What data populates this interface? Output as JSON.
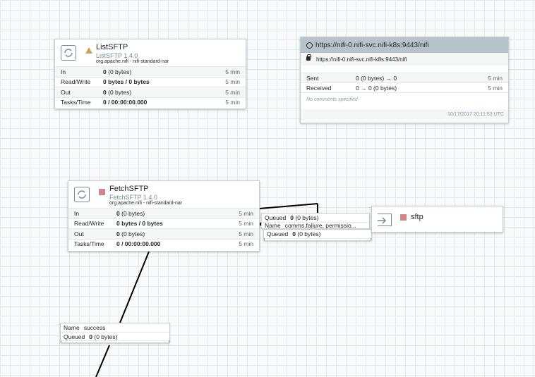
{
  "processors": {
    "listsftp": {
      "name": "ListSFTP",
      "type": "ListSFTP 1.4.0",
      "bundle": "org.apache.nifi - nifi-standard-nar",
      "status_icon": "warning-icon",
      "stats": [
        {
          "label": "In",
          "value": "0",
          "extra": "(0 bytes)",
          "time": "5 min"
        },
        {
          "label": "Read/Write",
          "value": "0 bytes / 0 bytes",
          "extra": "",
          "time": "5 min"
        },
        {
          "label": "Out",
          "value": "0",
          "extra": "(0 bytes)",
          "time": "5 min"
        },
        {
          "label": "Tasks/Time",
          "value": "0 / 00:00:00.000",
          "extra": "",
          "time": "5 min"
        }
      ]
    },
    "fetchsftp": {
      "name": "FetchSFTP",
      "type": "FetchSFTP 1.4.0",
      "bundle": "org.apache.nifi - nifi-standard-nar",
      "status_icon": "stopped-icon",
      "stats": [
        {
          "label": "In",
          "value": "0",
          "extra": "(0 bytes)",
          "time": "5 min"
        },
        {
          "label": "Read/Write",
          "value": "0 bytes / 0 bytes",
          "extra": "",
          "time": "5 min"
        },
        {
          "label": "Out",
          "value": "0",
          "extra": "(0 bytes)",
          "time": "5 min"
        },
        {
          "label": "Tasks/Time",
          "value": "0 / 00:00:00.000",
          "extra": "",
          "time": "5 min"
        }
      ]
    }
  },
  "remote_group": {
    "title": "https://nifi-0.nifi-svc.nifi-k8s:9443/nifi",
    "url": "https://nifi-0.nifi-svc.nifi-k8s:9443/nifi",
    "sent": {
      "label": "Sent",
      "value": "0 (0 bytes) → 0",
      "time": "5 min"
    },
    "received": {
      "label": "Received",
      "value": "0 → 0 (0 bytes)",
      "time": "5 min"
    },
    "comments": "No comments specified",
    "timestamp": "10/17/2017 20:11:53 UTC"
  },
  "connections": {
    "fetch_to_sftp_top": {
      "queued_label": "Queued",
      "queued_value": "0",
      "queued_extra": "(0 bytes)"
    },
    "fetch_to_sftp_mid": {
      "name_label": "Name",
      "name_value": "comms.failure, permissio..."
    },
    "fetch_to_sftp_bottom": {
      "queued_label": "Queued",
      "queued_value": "0",
      "queued_extra": "(0 bytes)"
    },
    "list_to_fetch": {
      "name_label": "Name",
      "name_value": "success",
      "queued_label": "Queued",
      "queued_value": "0",
      "queued_extra": "(0 bytes)"
    }
  },
  "output_port": {
    "name": "sftp"
  },
  "colors": {
    "accent": "#728e9b",
    "stopped": "#d18686",
    "warning": "#cf9f5d",
    "rpg_header": "#b6c4ca"
  }
}
